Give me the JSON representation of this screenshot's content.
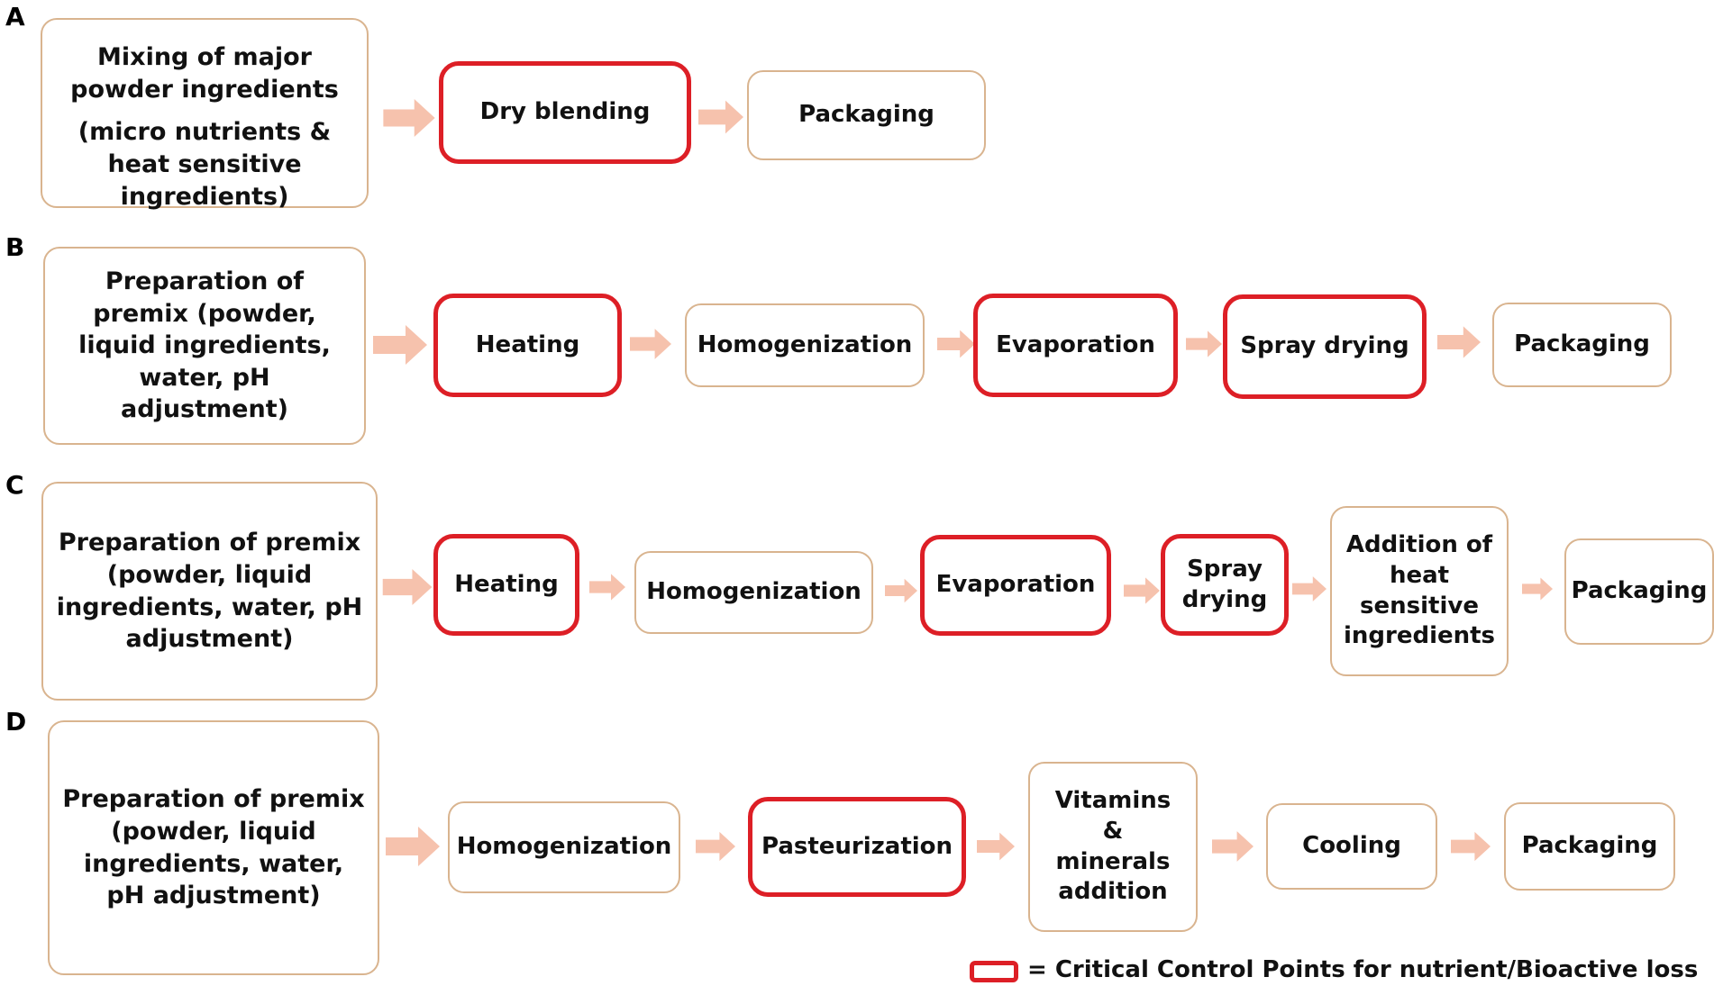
{
  "panels": {
    "a": {
      "letter": "A",
      "start_line1": "Mixing of major powder ingredients",
      "start_line2": "(micro nutrients  & heat sensitive ingredients)",
      "steps": [
        "Dry blending",
        "Packaging"
      ]
    },
    "b": {
      "letter": "B",
      "start": "Preparation of premix (powder, liquid ingredients, water, pH adjustment)",
      "steps": [
        "Heating",
        "Homogenization",
        "Evaporation",
        "Spray drying",
        "Packaging"
      ]
    },
    "c": {
      "letter": "C",
      "start": "Preparation of premix (powder, liquid ingredients, water, pH adjustment)",
      "steps": [
        "Heating",
        "Homogenization",
        "Evaporation",
        "Spray drying",
        "Addition of heat sensitive ingredients",
        "Packaging"
      ]
    },
    "d": {
      "letter": "D",
      "start": "Preparation of premix (powder, liquid ingredients, water, pH adjustment)",
      "steps": [
        "Homogenization",
        "Pasteurization",
        "Vitamins & minerals addition",
        "Cooling",
        "Packaging"
      ]
    }
  },
  "legend": {
    "text": "= Critical  Control  Points for nutrient/Bioactive  loss"
  },
  "colors": {
    "ccp_border": "#dd1f26",
    "box_border": "#d9b48f",
    "arrow": "#f6c2ad"
  }
}
